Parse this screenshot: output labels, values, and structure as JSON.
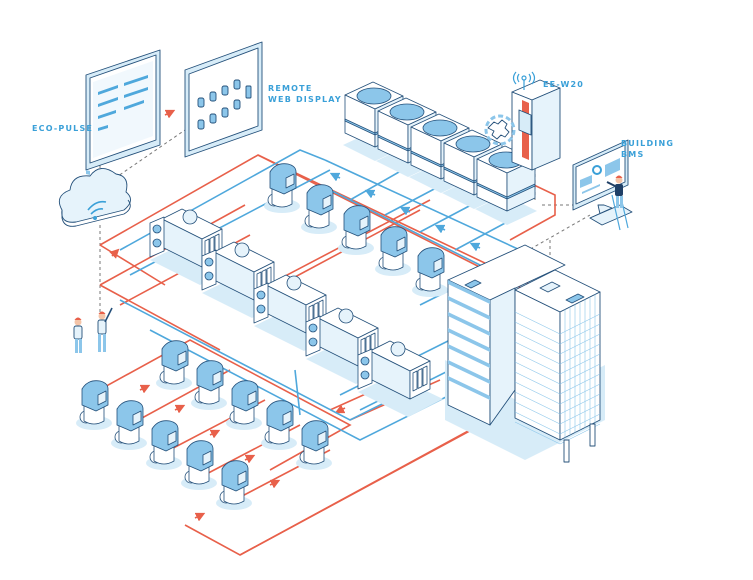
{
  "labels": {
    "eco_pulse": "ECO-PULSE",
    "remote_web_display_line1": "REMOTE",
    "remote_web_display_line2": "WEB DISPLAY",
    "ee_w20": "EE-W20",
    "building_bms_line1": "BUILDING",
    "building_bms_line2": "BMS"
  },
  "colors": {
    "label": "#3aa0d8",
    "supply_pipe": "#e8604a",
    "return_pipe": "#4fa8dc",
    "equipment_fill": "#e6f3fb",
    "equipment_accent": "#8cc6ea",
    "outline": "#24507a",
    "shadow": "#d7ecf8",
    "controller_red": "#e8604a"
  },
  "components": {
    "cooling_towers": 5,
    "chillers": 5,
    "chiller_pumps": 5,
    "pumps_front_grid": 10,
    "technicians": 3
  }
}
